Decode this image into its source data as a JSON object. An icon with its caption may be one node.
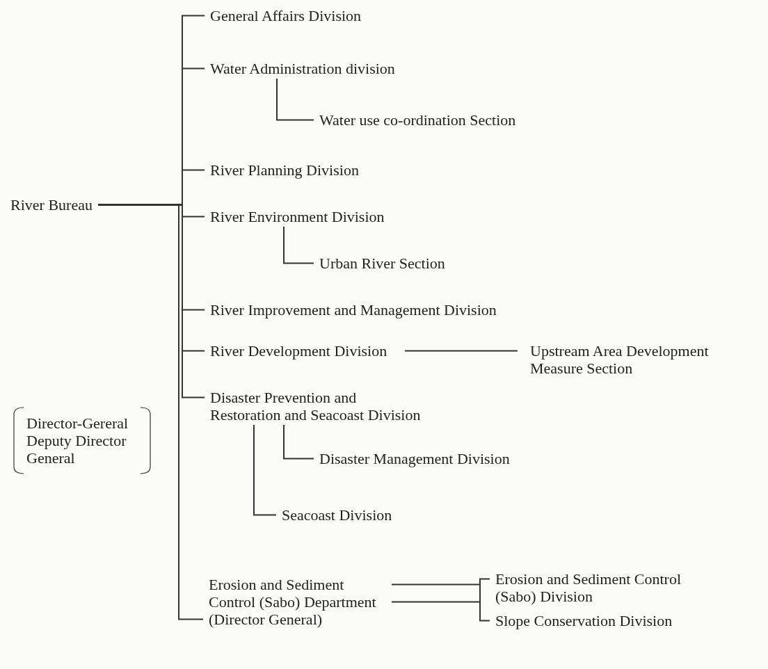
{
  "diagram": {
    "nodes": [
      {
        "text": [
          "River Bureau"
        ]
      },
      {
        "text": [
          "General Affairs Division"
        ]
      },
      {
        "text": [
          "Water Administration division"
        ]
      },
      {
        "text": [
          "Water use co-ordination Section"
        ]
      },
      {
        "text": [
          "River Planning Division"
        ]
      },
      {
        "text": [
          "River Environment Division"
        ]
      },
      {
        "text": [
          "Urban River Section"
        ]
      },
      {
        "text": [
          "River Improvement and Management Division"
        ]
      },
      {
        "text": [
          "River Development Division"
        ]
      },
      {
        "text": [
          "Upstream Area Development Measure Section"
        ]
      },
      {
        "text": [
          "Disaster Prevention and Restoration and Seacoast Division"
        ]
      },
      {
        "text": [
          "Disaster Management Division"
        ]
      },
      {
        "text": [
          "Seacoast Division"
        ]
      },
      {
        "text": [
          "Director-Gereral Deputy Director General"
        ]
      },
      {
        "text": [
          "Erosion and Sediment Control (Sabo) Department (Director General)"
        ]
      },
      {
        "text": [
          "Erosion and Sediment Control (Sabo) Division"
        ]
      },
      {
        "text": [
          "Slope Conservation Division"
        ]
      }
    ],
    "edges": [
      {
        "from": 0,
        "to": 1,
        "arrow": "none"
      },
      {
        "from": 0,
        "to": 2,
        "arrow": "none"
      },
      {
        "from": 2,
        "to": 3,
        "arrow": "none"
      },
      {
        "from": 0,
        "to": 4,
        "arrow": "none"
      },
      {
        "from": 0,
        "to": 5,
        "arrow": "none"
      },
      {
        "from": 5,
        "to": 6,
        "arrow": "none"
      },
      {
        "from": 0,
        "to": 7,
        "arrow": "none"
      },
      {
        "from": 0,
        "to": 8,
        "arrow": "none"
      },
      {
        "from": 8,
        "to": 9,
        "arrow": "none"
      },
      {
        "from": 0,
        "to": 10,
        "arrow": "none"
      },
      {
        "from": 10,
        "to": 11,
        "arrow": "none"
      },
      {
        "from": 10,
        "to": 12,
        "arrow": "none"
      },
      {
        "from": 0,
        "to": 14,
        "arrow": "none"
      },
      {
        "from": 14,
        "to": 15,
        "arrow": "none"
      },
      {
        "from": 14,
        "to": 16,
        "arrow": "none"
      }
    ]
  }
}
